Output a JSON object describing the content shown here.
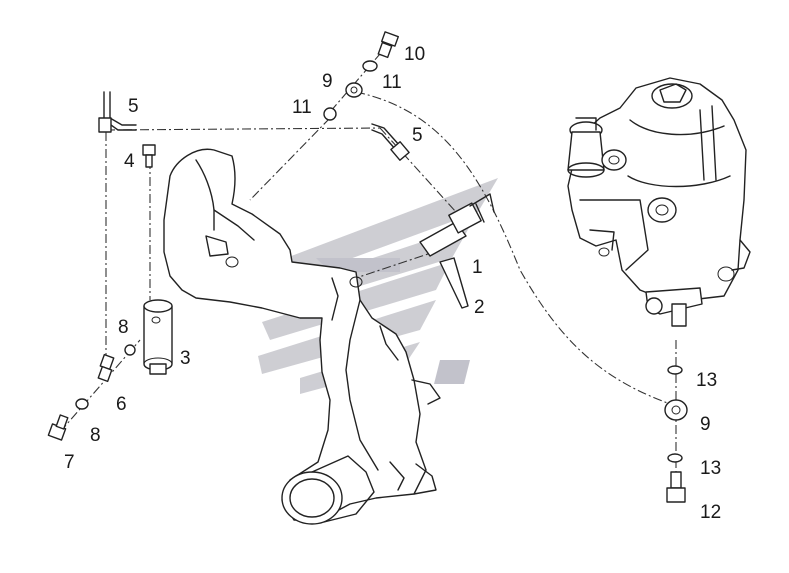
{
  "diagram": {
    "callouts": [
      {
        "id": "label-10a",
        "text": "10"
      },
      {
        "id": "label-9a",
        "text": "9"
      },
      {
        "id": "label-11a",
        "text": "11"
      },
      {
        "id": "label-11b",
        "text": "11"
      },
      {
        "id": "label-5a",
        "text": "5"
      },
      {
        "id": "label-5b",
        "text": "5"
      },
      {
        "id": "label-4",
        "text": "4"
      },
      {
        "id": "label-1",
        "text": "1"
      },
      {
        "id": "label-2",
        "text": "2"
      },
      {
        "id": "label-8a",
        "text": "8"
      },
      {
        "id": "label-3",
        "text": "3"
      },
      {
        "id": "label-6",
        "text": "6"
      },
      {
        "id": "label-8b",
        "text": "8"
      },
      {
        "id": "label-7",
        "text": "7"
      },
      {
        "id": "label-13a",
        "text": "13"
      },
      {
        "id": "label-9b",
        "text": "9"
      },
      {
        "id": "label-13b",
        "text": "13"
      },
      {
        "id": "label-12",
        "text": "12"
      }
    ]
  }
}
